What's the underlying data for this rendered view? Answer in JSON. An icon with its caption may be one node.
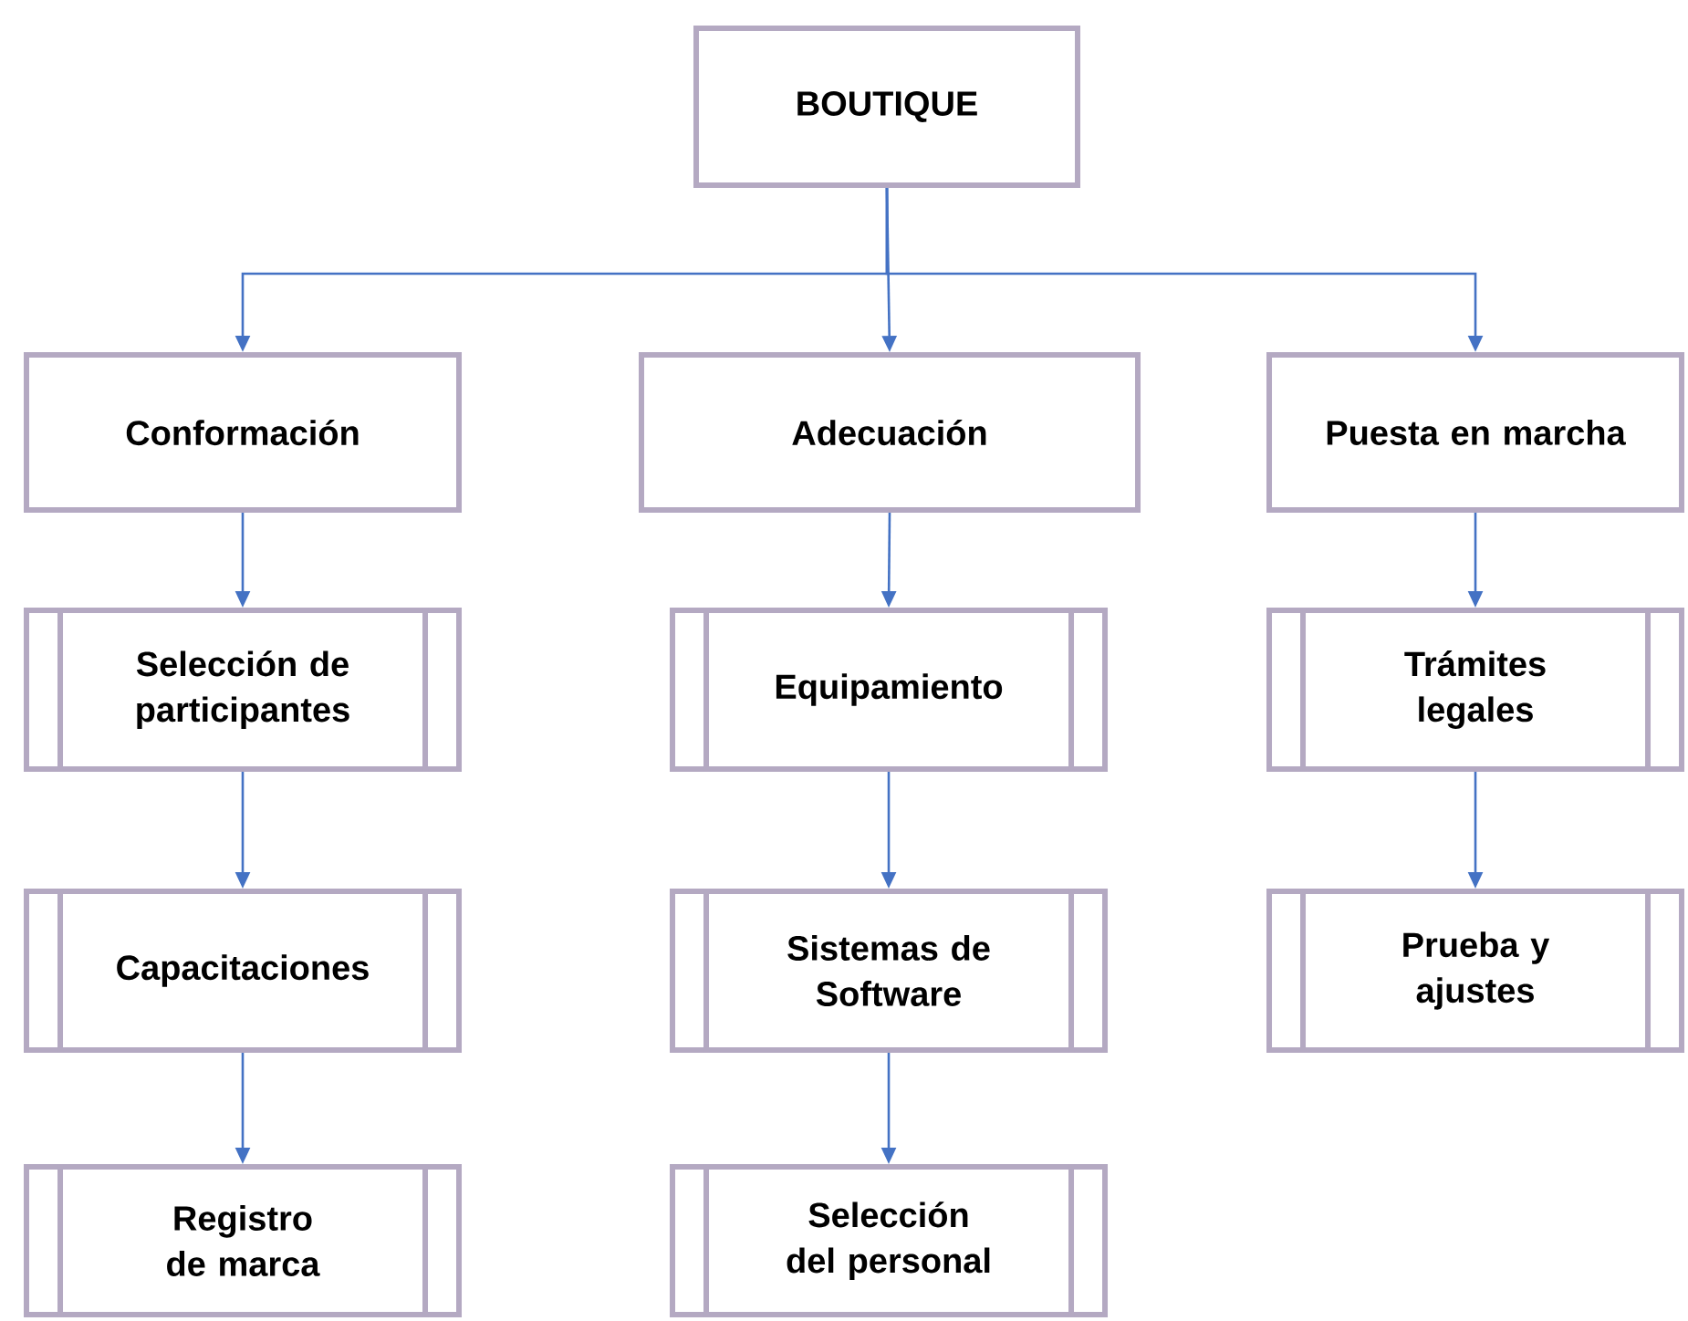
{
  "diagram": {
    "nodes": [
      {
        "text": [
          "BOUTIQUE"
        ]
      },
      {
        "text": [
          "Conformación"
        ]
      },
      {
        "text": [
          "Adecuación"
        ]
      },
      {
        "text": [
          "Puesta en marcha"
        ]
      },
      {
        "text": [
          "Selección de participantes"
        ]
      },
      {
        "text": [
          "Capacitaciones"
        ]
      },
      {
        "text": [
          "Registro de marca"
        ]
      },
      {
        "text": [
          "Equipamiento"
        ]
      },
      {
        "text": [
          "Sistemas de Software"
        ]
      },
      {
        "text": [
          "Selección del personal"
        ]
      },
      {
        "text": [
          "Trámites legales"
        ]
      },
      {
        "text": [
          "Prueba y ajustes"
        ]
      }
    ],
    "edges": [
      {
        "from": 0,
        "to": 1,
        "arrow": "to"
      },
      {
        "from": 0,
        "to": 2,
        "arrow": "to"
      },
      {
        "from": 0,
        "to": 3,
        "arrow": "to"
      },
      {
        "from": 1,
        "to": 4,
        "arrow": "to"
      },
      {
        "from": 4,
        "to": 5,
        "arrow": "to"
      },
      {
        "from": 5,
        "to": 6,
        "arrow": "to"
      },
      {
        "from": 2,
        "to": 7,
        "arrow": "to"
      },
      {
        "from": 7,
        "to": 8,
        "arrow": "to"
      },
      {
        "from": 8,
        "to": 9,
        "arrow": "to"
      },
      {
        "from": 3,
        "to": 10,
        "arrow": "to"
      },
      {
        "from": 10,
        "to": 11,
        "arrow": "to"
      }
    ]
  }
}
